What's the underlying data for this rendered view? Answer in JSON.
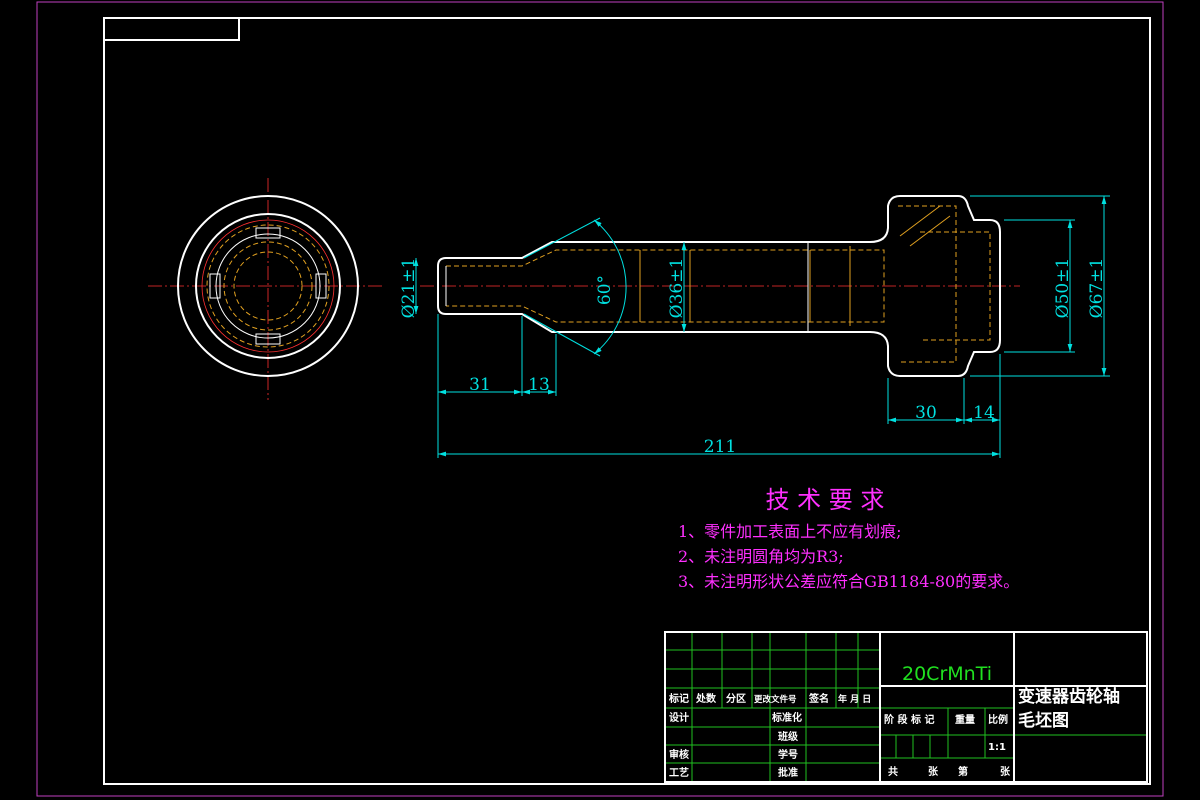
{
  "dimensions": {
    "d21": "Ø21±1",
    "d36": "Ø36±1",
    "d50": "Ø50±1",
    "d67": "Ø67±1",
    "angle": "60°",
    "len31": "31",
    "len13": "13",
    "len30": "30",
    "len14": "14",
    "len211": "211"
  },
  "requirements": {
    "title": "技 术 要 求",
    "items": [
      "1、零件加工表面上不应有划痕;",
      "2、未注明圆角均为R3;",
      "3、未注明形状公差应符合GB1184-80的要求。"
    ]
  },
  "title_block": {
    "material": "20CrMnTi",
    "part_name_line1": "变速器齿轮轴",
    "part_name_line2": "毛坯图",
    "labels": {
      "mark": "标记",
      "count": "处数",
      "zone": "分区",
      "change_doc": "更改文件号",
      "signature": "签名",
      "date": "年 月 日",
      "design": "设计",
      "standardize": "标准化",
      "review": "审核",
      "process": "工艺",
      "approve": "批准",
      "stage_mark": "阶 段 标 记",
      "weight": "重量",
      "scale": "比例",
      "scale_value": "1:1",
      "total": "共",
      "sheets": "张",
      "sheet_no": "第",
      "sheet_unit": "张",
      "class": "班级",
      "student_no": "学号"
    }
  },
  "colors": {
    "border": "#c040c0",
    "outline": "#ffffff",
    "dimension": "#00e0e0",
    "hidden": "#e0a020",
    "center": "#ff3030",
    "text_magenta": "#ff30ff",
    "text_green": "#20e020",
    "grid_green": "#20c020"
  }
}
